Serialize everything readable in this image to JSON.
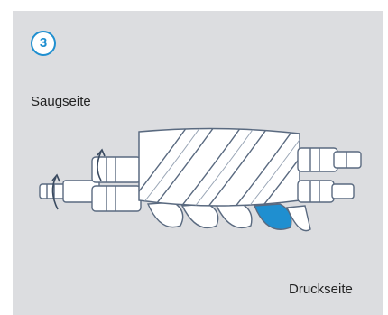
{
  "step": {
    "number": "3"
  },
  "labels": {
    "suction_side": "Saugseite",
    "pressure_side": "Druckseite"
  },
  "colors": {
    "accent": "#1f8fd0",
    "panel_bg": "#dcdde0",
    "outline": "#5a6a80",
    "compressed_air": "#1f8fd0"
  }
}
